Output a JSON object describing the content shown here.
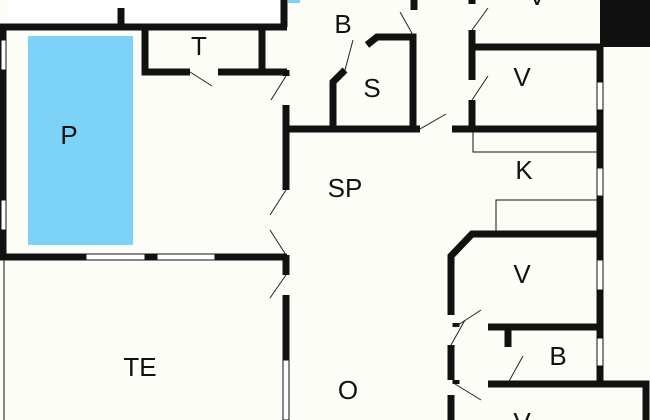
{
  "plan": {
    "colors": {
      "background": "#fdfdf8",
      "pool": "#7dd3f7",
      "walls": "#111111"
    },
    "rooms": {
      "v_top": "V",
      "t": "T",
      "b_upper": "B",
      "s": "S",
      "v_mid": "V",
      "p": "P",
      "sp": "SP",
      "k": "K",
      "v_right": "V",
      "b_lower": "B",
      "te": "TE",
      "o": "O",
      "v_bottom": "V"
    }
  }
}
